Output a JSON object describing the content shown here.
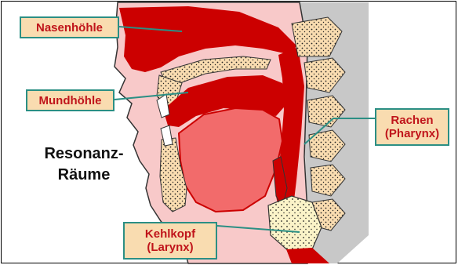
{
  "labels": {
    "nasenhoehle": "Nasenhöhle",
    "mundhoehle": "Mundhöhle",
    "rachen": "Rachen\n(Pharynx)",
    "kehlkopf": "Kehlkopf\n(Larynx)"
  },
  "caption": "Resonanz-\nRäume",
  "colors": {
    "cavity_red": "#cc0000",
    "tongue": "#f26b6b",
    "skin": "#f8c9c9",
    "bone": "#f9dcb0",
    "background_gray": "#c8c8c8",
    "callout_line": "#2b8f84",
    "label_text": "#c0151b"
  }
}
